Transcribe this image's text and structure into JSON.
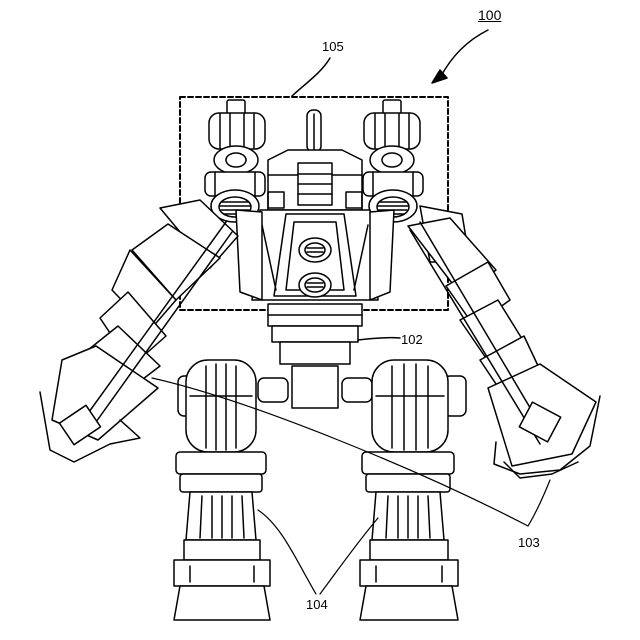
{
  "figure": {
    "labels": {
      "assembly": "100",
      "upper_unit": "105",
      "waist": "102",
      "arms": "103",
      "legs": "104"
    },
    "line_color": "#000000",
    "background": "#ffffff"
  }
}
